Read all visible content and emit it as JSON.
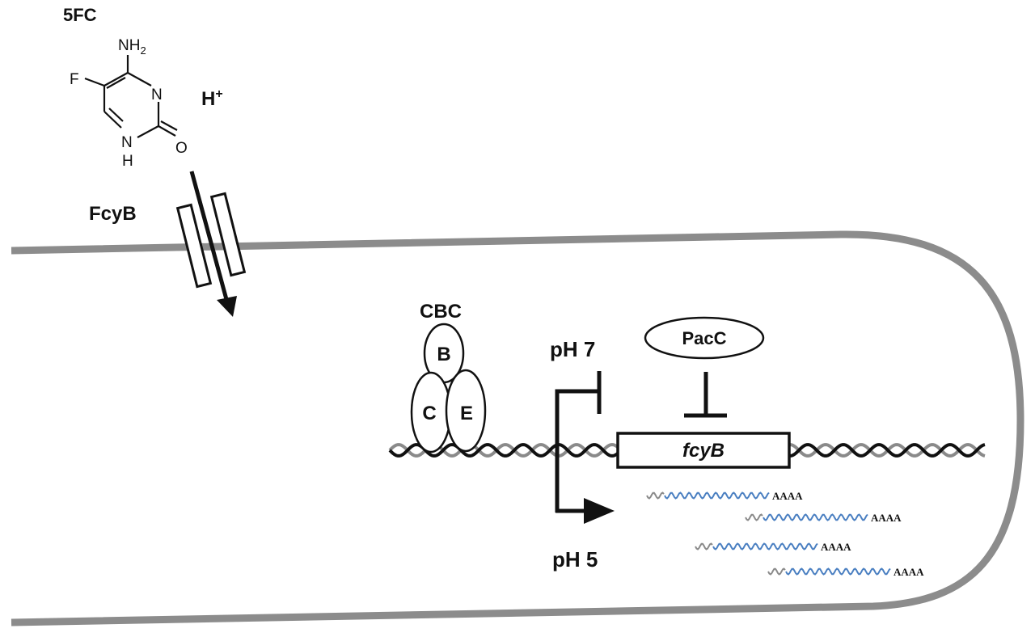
{
  "molecule": {
    "name": "5FC",
    "atoms": {
      "amine": "NH",
      "amine_sub": "2",
      "fluorine": "F",
      "ring_n3": "N",
      "ring_n1": "N",
      "ring_n1_h": "H",
      "oxygen": "O"
    }
  },
  "proton": {
    "base": "H",
    "charge": "+"
  },
  "transporter": {
    "label": "FcyB"
  },
  "complex": {
    "label": "CBC",
    "subunits": [
      "B",
      "C",
      "E"
    ]
  },
  "repressor": {
    "label": "PacC"
  },
  "conditions": {
    "upper": "pH 7",
    "lower": "pH 5"
  },
  "gene": {
    "label": "fcyB"
  },
  "transcripts": {
    "tail": "AAAA",
    "count": 4,
    "colors": {
      "leader": "#8a8a8a",
      "body": "#4a7fc1"
    }
  },
  "colors": {
    "membrane": "#8c8c8c",
    "ink": "#111111",
    "dna_grey": "#8a8a8a"
  }
}
